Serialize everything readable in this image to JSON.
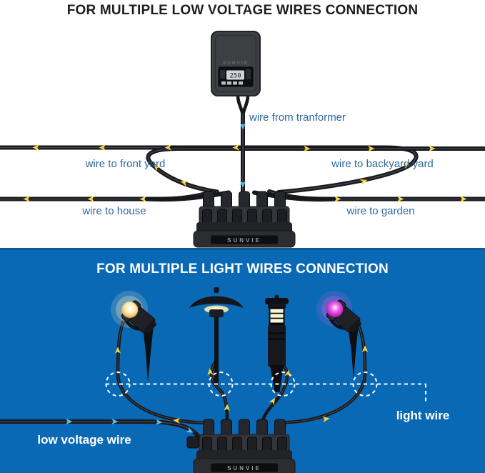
{
  "top_section": {
    "title": "FOR MULTIPLE LOW VOLTAGE WIRES CONNECTION",
    "transformer": {
      "brand": "SUNVIE",
      "display_value": "250"
    },
    "hub": {
      "brand": "SUNVIE"
    },
    "labels": {
      "from_transformer": "wire from tranformer",
      "front_yard": "wire to front yard",
      "backyard": "wire to backyard yard",
      "house": "wire to house",
      "garden": "wire to garden"
    }
  },
  "bottom_section": {
    "title": "FOR MULTIPLE LIGHT WIRES CONNECTION",
    "hub": {
      "brand": "SUNVIE"
    },
    "labels": {
      "light_wire": "light wire",
      "low_voltage_wire": "low voltage wire"
    }
  },
  "colors": {
    "bottom_background": "#0a69b5",
    "label_blue": "#2f6a9f",
    "arrow_yellow": "#ffd83d",
    "arrow_cyan": "#53c3f1",
    "title_black": "#1e1e1e",
    "label_white": "#ffffff"
  }
}
